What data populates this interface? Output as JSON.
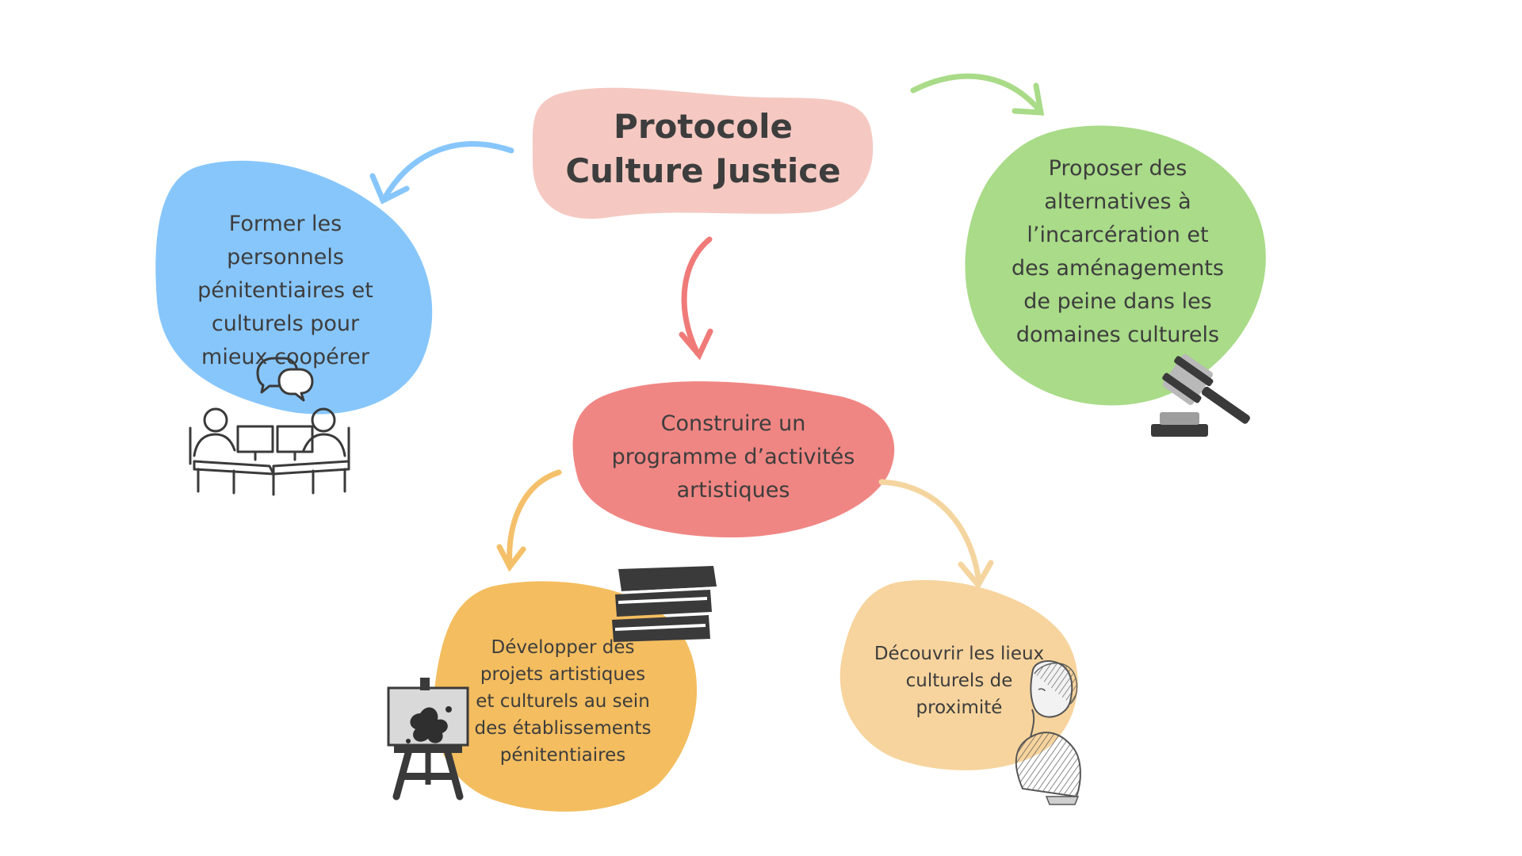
{
  "colors": {
    "title_blob": "#f5c9c2",
    "blue_blob": "#87c6fb",
    "green_blob": "#a9db88",
    "red_blob": "#f08683",
    "orange_blob": "#f4bd5f",
    "peach_blob": "#f7d49d",
    "arrow_blue": "#87c6fb",
    "arrow_green": "#a9db88",
    "arrow_red": "#ef7a78",
    "arrow_orange": "#f4c06a",
    "arrow_peach": "#f5d59f",
    "text": "#3d3d3d"
  },
  "title": {
    "line1": "Protocole",
    "line2": "Culture Justice"
  },
  "nodes": {
    "former": {
      "lines": [
        "Former les",
        "personnels",
        "pénitentiaires et",
        "culturels pour",
        "mieux coopérer"
      ],
      "icon": "meeting-desks-icon"
    },
    "proposer": {
      "lines": [
        "Proposer des",
        "alternatives à",
        "l’incarcération et",
        "des aménagements",
        "de peine dans les",
        "domaines culturels"
      ],
      "icon": "gavel-icon"
    },
    "construire": {
      "lines": [
        "Construire un",
        "programme d’activités",
        "artistiques"
      ]
    },
    "developper": {
      "lines": [
        "Développer des",
        "projets artistiques",
        "et culturels au sein",
        "des établissements",
        "pénitentiaires"
      ],
      "icons": [
        "books-icon",
        "easel-icon"
      ]
    },
    "decouvrir": {
      "lines": [
        "Découvrir les lieux",
        "culturels de",
        "proximité"
      ],
      "icon": "bust-statue-icon"
    }
  }
}
